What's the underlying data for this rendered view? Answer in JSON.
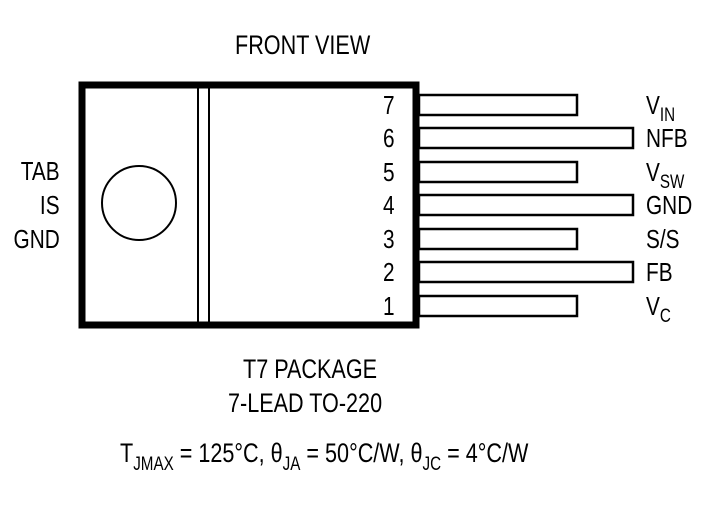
{
  "diagram": {
    "title": "FRONT VIEW",
    "tab_label": [
      "TAB",
      "IS",
      "GND"
    ],
    "package_name": "T7 PACKAGE",
    "package_type": "7-LEAD TO-220",
    "pins": [
      {
        "number": "7",
        "name": "V",
        "sub": "IN",
        "lead": "short"
      },
      {
        "number": "6",
        "name": "NFB",
        "sub": "",
        "lead": "long"
      },
      {
        "number": "5",
        "name": "V",
        "sub": "SW",
        "lead": "short"
      },
      {
        "number": "4",
        "name": "GND",
        "sub": "",
        "lead": "long"
      },
      {
        "number": "3",
        "name": "S/S",
        "sub": "",
        "lead": "short"
      },
      {
        "number": "2",
        "name": "FB",
        "sub": "",
        "lead": "long"
      },
      {
        "number": "1",
        "name": "V",
        "sub": "C",
        "lead": "short"
      }
    ],
    "thermal": {
      "tj_symbol": "T",
      "tj_sub": "JMAX",
      "tj_value": " = 125°C, ",
      "ja_symbol": "θ",
      "ja_sub": "JA",
      "ja_value": " = 50°C/W, ",
      "jc_symbol": "θ",
      "jc_sub": "JC",
      "jc_value": " = 4°C/W"
    }
  }
}
